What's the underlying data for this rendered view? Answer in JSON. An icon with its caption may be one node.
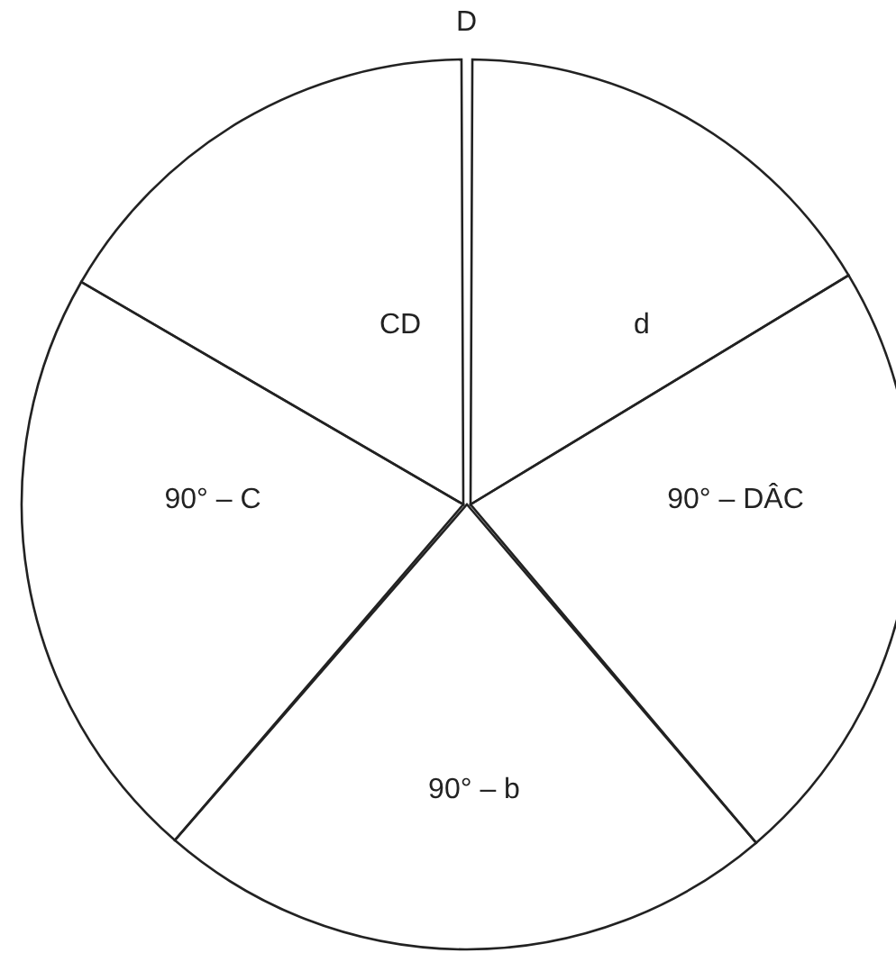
{
  "diagram": {
    "nodes": [
      {
        "text": [
          "CD"
        ]
      },
      {
        "text": [
          "d"
        ]
      },
      {
        "text": [
          "90° – C"
        ]
      },
      {
        "text": [
          "90° – DÂC"
        ]
      },
      {
        "text": [
          "90° – b"
        ]
      }
    ],
    "labels": [
      "D"
    ]
  }
}
